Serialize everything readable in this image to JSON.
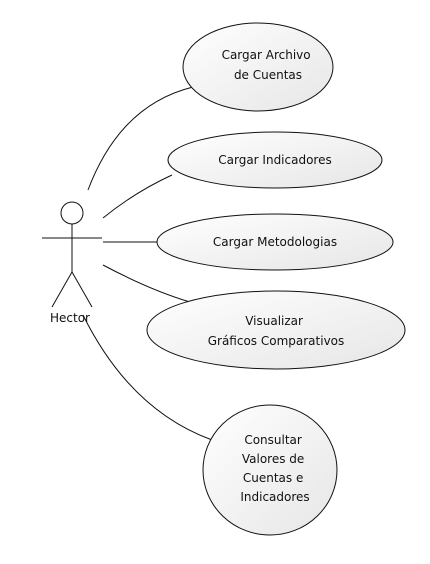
{
  "actor": {
    "name": "Hector"
  },
  "use_cases": [
    {
      "lines": [
        "Cargar Archivo",
        "de Cuentas"
      ]
    },
    {
      "lines": [
        "Cargar Indicadores"
      ]
    },
    {
      "lines": [
        "Cargar Metodologias"
      ]
    },
    {
      "lines": [
        "Visualizar",
        "Gráficos Comparativos"
      ]
    },
    {
      "lines": [
        "Consultar",
        "Valores de",
        "Cuentas e",
        "Indicadores"
      ]
    }
  ],
  "colors": {
    "stroke": "#111111",
    "ellipse_fill_top": "#ffffff",
    "ellipse_fill_bottom": "#e8e8e8"
  }
}
